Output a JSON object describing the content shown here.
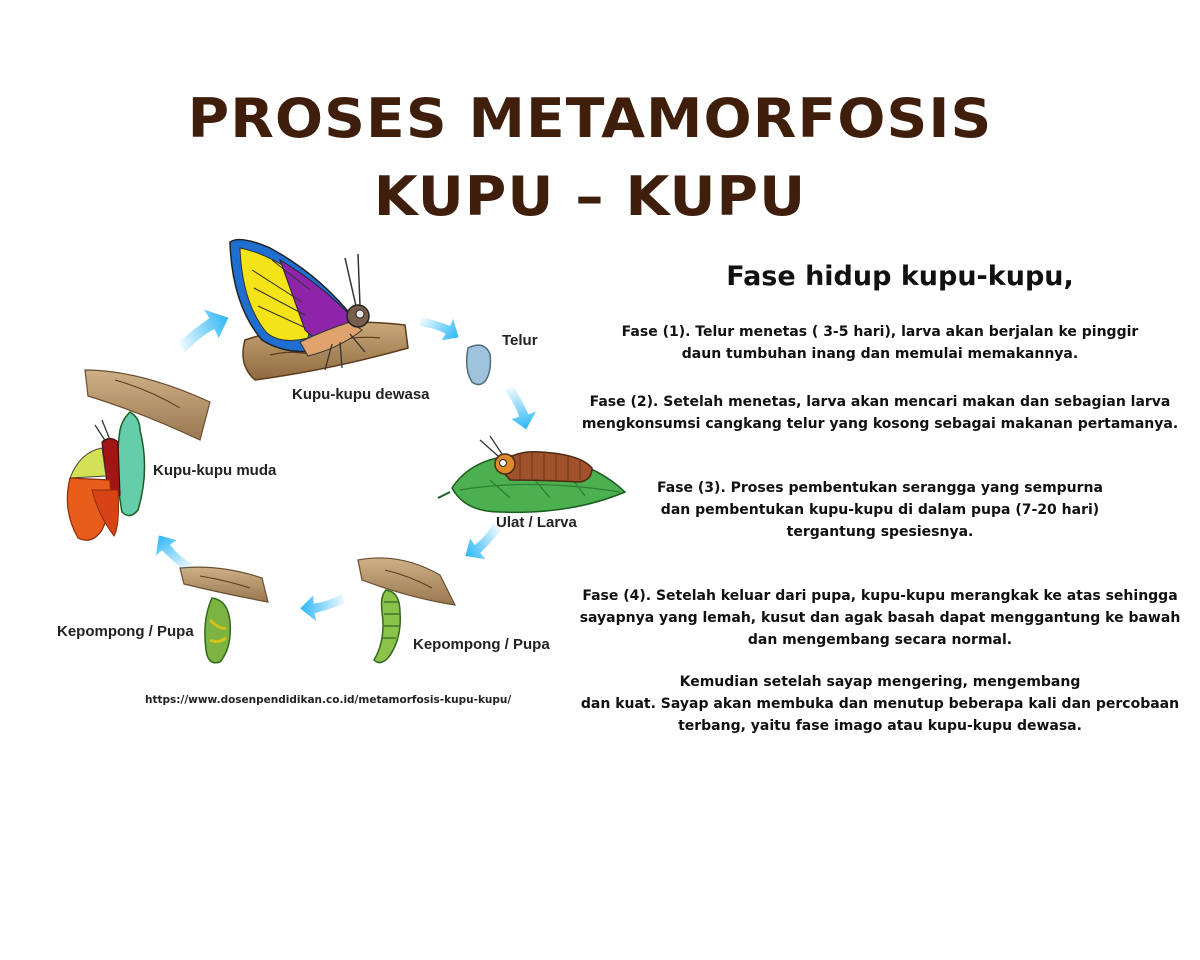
{
  "title": {
    "line1": "PROSES METAMORFOSIS",
    "line2": "KUPU – KUPU",
    "color": "#3f1f0c"
  },
  "diagram": {
    "stages": [
      {
        "id": "adult",
        "label": "Kupu-kupu dewasa"
      },
      {
        "id": "egg",
        "label": "Telur"
      },
      {
        "id": "larva",
        "label": "Ulat / Larva"
      },
      {
        "id": "pupa-early",
        "label": "Kepompong / Pupa"
      },
      {
        "id": "pupa-late",
        "label": "Kepompong / Pupa"
      },
      {
        "id": "young-butterfly",
        "label": "Kupu-kupu muda"
      }
    ],
    "arrow_color": "#29b6f6",
    "source": "https://www.dosenpendidikan.co.id/metamorfosis-kupu-kupu/"
  },
  "info": {
    "heading": "Fase hidup kupu-kupu,",
    "phases": [
      {
        "lines": [
          "Fase (1). Telur menetas ( 3-5 hari), larva akan berjalan ke pinggir",
          "daun tumbuhan inang dan memulai memakannya."
        ]
      },
      {
        "lines": [
          "Fase (2). Setelah menetas, larva akan mencari makan dan sebagian larva",
          "mengkonsumsi cangkang telur yang kosong sebagai makanan pertamanya."
        ]
      },
      {
        "lines": [
          "Fase (3). Proses pembentukan serangga yang sempurna",
          "dan pembentukan kupu-kupu di dalam pupa (7-20 hari)",
          "tergantung spesiesnya."
        ]
      },
      {
        "lines": [
          "Fase (4). Setelah keluar dari pupa, kupu-kupu merangkak ke atas sehingga",
          "sayapnya yang lemah, kusut dan agak basah dapat menggantung ke bawah",
          "dan mengembang secara normal."
        ]
      },
      {
        "lines": [
          "Kemudian setelah sayap mengering, mengembang",
          "dan kuat. Sayap akan membuka dan menutup beberapa kali dan percobaan",
          "terbang, yaitu fase imago atau kupu-kupu dewasa."
        ]
      }
    ]
  }
}
